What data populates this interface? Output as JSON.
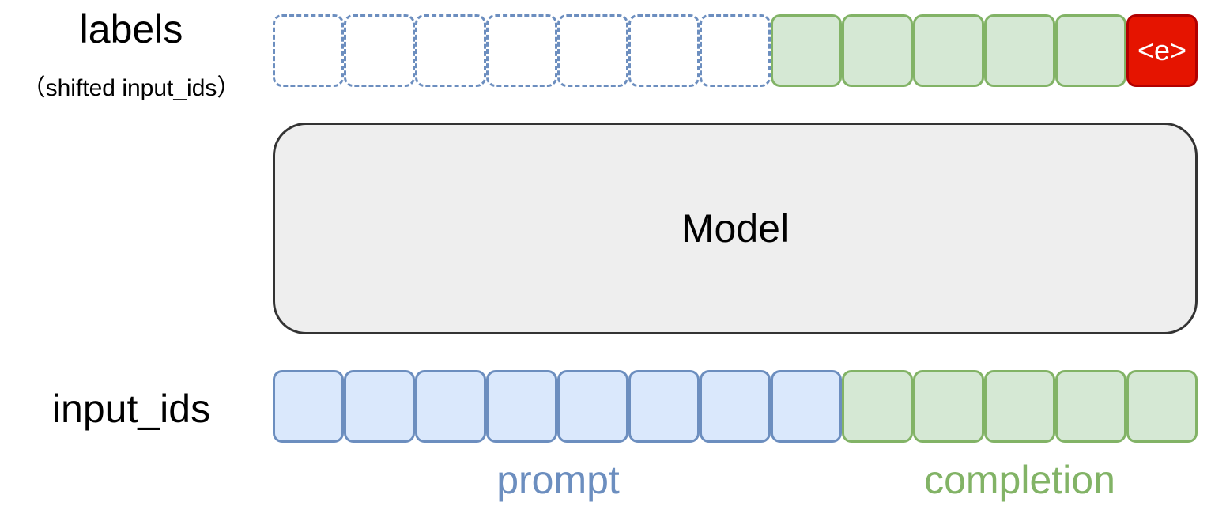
{
  "labels_row": {
    "title": "labels",
    "subtitle": "（shifted input_ids）",
    "tokens": [
      {
        "kind": "empty",
        "text": ""
      },
      {
        "kind": "empty",
        "text": ""
      },
      {
        "kind": "empty",
        "text": ""
      },
      {
        "kind": "empty",
        "text": ""
      },
      {
        "kind": "empty",
        "text": ""
      },
      {
        "kind": "empty",
        "text": ""
      },
      {
        "kind": "empty",
        "text": ""
      },
      {
        "kind": "completion",
        "text": ""
      },
      {
        "kind": "completion",
        "text": ""
      },
      {
        "kind": "completion",
        "text": ""
      },
      {
        "kind": "completion",
        "text": ""
      },
      {
        "kind": "completion",
        "text": ""
      },
      {
        "kind": "eos",
        "text": "<e>"
      }
    ]
  },
  "model": {
    "label": "Model"
  },
  "input_row": {
    "title": "input_ids",
    "tokens": [
      {
        "kind": "prompt",
        "text": ""
      },
      {
        "kind": "prompt",
        "text": ""
      },
      {
        "kind": "prompt",
        "text": ""
      },
      {
        "kind": "prompt",
        "text": ""
      },
      {
        "kind": "prompt",
        "text": ""
      },
      {
        "kind": "prompt",
        "text": ""
      },
      {
        "kind": "prompt",
        "text": ""
      },
      {
        "kind": "prompt",
        "text": ""
      },
      {
        "kind": "completion",
        "text": ""
      },
      {
        "kind": "completion",
        "text": ""
      },
      {
        "kind": "completion",
        "text": ""
      },
      {
        "kind": "completion",
        "text": ""
      },
      {
        "kind": "completion",
        "text": ""
      }
    ]
  },
  "captions": {
    "prompt": "prompt",
    "completion": "completion"
  },
  "colors": {
    "prompt_fill": "#dae8fc",
    "prompt_border": "#6c8ebf",
    "completion_fill": "#d5e8d4",
    "completion_border": "#82b366",
    "eos_fill": "#e51400",
    "eos_border": "#b20000",
    "model_fill": "#eeeeee",
    "model_border": "#333333"
  }
}
